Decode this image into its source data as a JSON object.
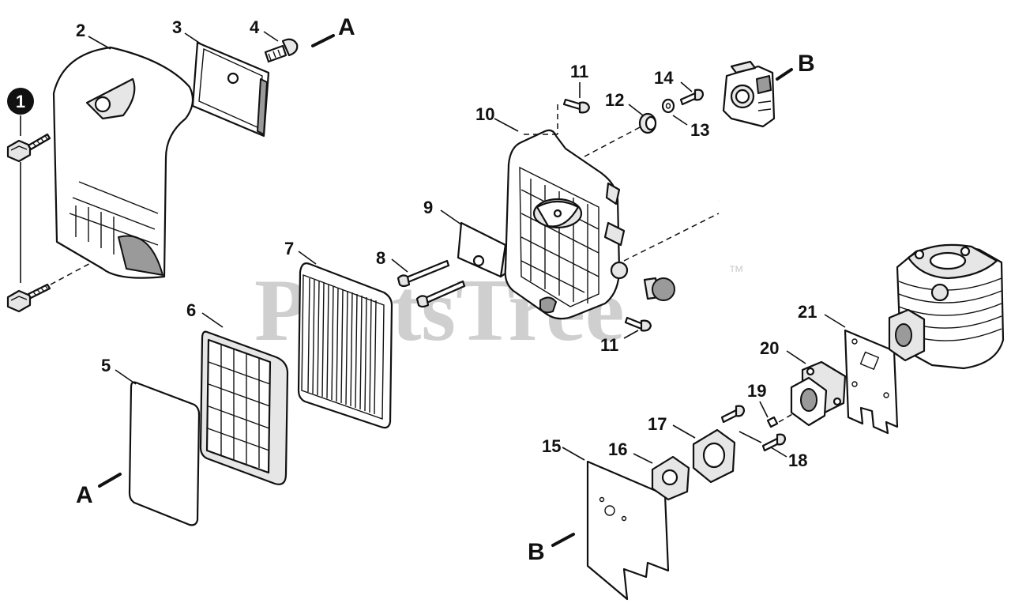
{
  "watermark": {
    "text": "PartsTree",
    "trademark": "™"
  },
  "badge": {
    "text": "1"
  },
  "callouts": {
    "c2": "2",
    "c3": "3",
    "c4": "4",
    "c5": "5",
    "c6": "6",
    "c7": "7",
    "c8": "8",
    "c9": "9",
    "c10": "10",
    "c11a": "11",
    "c11b": "11",
    "c12": "12",
    "c13": "13",
    "c14": "14",
    "c15": "15",
    "c16": "16",
    "c17": "17",
    "c18": "18",
    "c19": "19",
    "c20": "20",
    "c21": "21"
  },
  "refs": {
    "a_top": "A",
    "a_bottom": "A",
    "b_top": "B",
    "b_bottom": "B"
  },
  "icons": [
    "air-cleaner-cover",
    "filter-base",
    "cylinder"
  ]
}
